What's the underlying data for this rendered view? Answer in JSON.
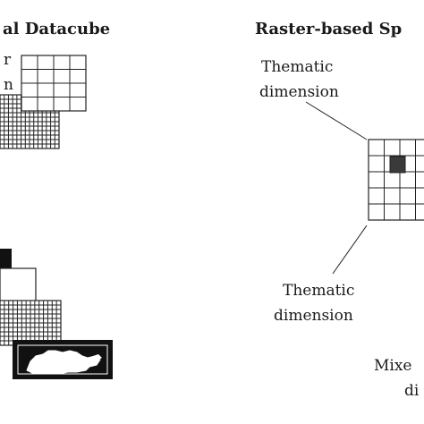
{
  "left_panel": {
    "title": "al Datacube",
    "partial_label_line1": "r",
    "partial_label_line2": "n"
  },
  "right_panel": {
    "title": "Raster-based Sp",
    "thematic_top_line1": "Thematic",
    "thematic_top_line2": "dimension",
    "thematic_bottom_line1": "Thematic",
    "thematic_bottom_line2": "dimension",
    "mixed_line1": "Mixe",
    "mixed_line2": "di"
  },
  "colors": {
    "ink": "#222222",
    "highlight_cell": "#3a3a3a",
    "background": "#ffffff"
  }
}
